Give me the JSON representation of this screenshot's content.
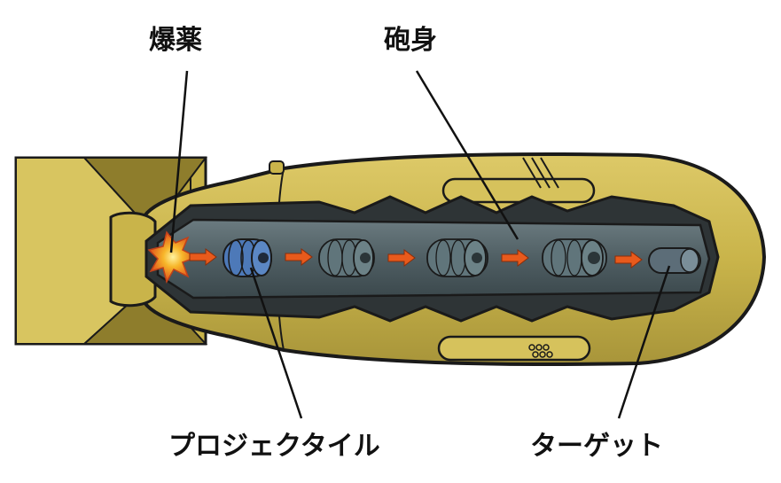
{
  "labels": {
    "explosive": "爆薬",
    "barrel": "砲身",
    "projectile": "プロジェクタイル",
    "target": "ターゲット"
  },
  "colors": {
    "casing": "#c9b44a",
    "casing_dark": "#a8953a",
    "casing_light": "#e3d27a",
    "outline": "#1a1a1a",
    "barrel": "#56656b",
    "barrel_dark": "#2c3336",
    "projectile_active": "#4d79b8",
    "projectile": "#5f7378",
    "arrow": "#e85a1c",
    "flash": "#f08a1e"
  }
}
